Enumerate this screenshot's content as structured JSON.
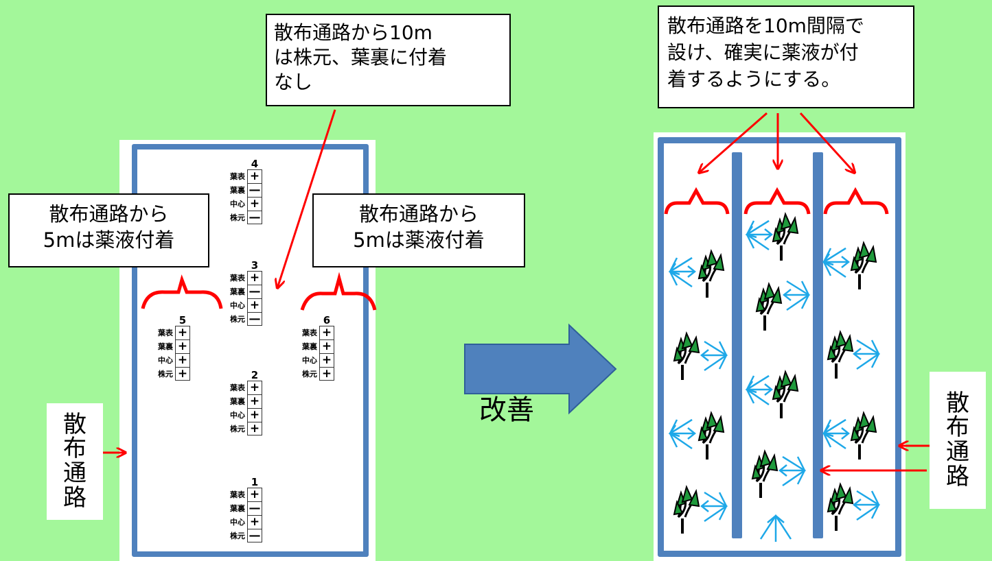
{
  "callouts": {
    "top_left": [
      "散布通路から10m",
      "は株元、葉裏に付着",
      "なし"
    ],
    "left": [
      "散布通路から",
      "5mは薬液付着"
    ],
    "right_inner": [
      "散布通路から",
      "5mは薬液付着"
    ],
    "top_right": [
      "散布通路を10m間隔で",
      "設け、確実に薬液が付",
      "着するようにする。"
    ]
  },
  "vertical_labels": {
    "left": [
      "散",
      "布",
      "通",
      "路"
    ],
    "right": [
      "散",
      "布",
      "通",
      "路"
    ]
  },
  "improve_label": "改善",
  "row_labels": [
    "葉表",
    "葉裏",
    "中心",
    "株元"
  ],
  "sample_points": [
    {
      "id": "4",
      "marks": [
        "+",
        "—",
        "+",
        "—"
      ]
    },
    {
      "id": "3",
      "marks": [
        "+",
        "—",
        "+",
        "—"
      ]
    },
    {
      "id": "5",
      "marks": [
        "+",
        "+",
        "+",
        "+"
      ]
    },
    {
      "id": "6",
      "marks": [
        "+",
        "+",
        "+",
        "+"
      ]
    },
    {
      "id": "2",
      "marks": [
        "+",
        "+",
        "+",
        "+"
      ]
    },
    {
      "id": "1",
      "marks": [
        "+",
        "—",
        "+",
        "—"
      ]
    }
  ],
  "colors": {
    "background": "#a3f79a",
    "frame_blue": "#4f81bd",
    "arrow_red": "#ff0000",
    "spray_arrow": "#1ea8e8",
    "tree_green": "#1f9a3c"
  }
}
